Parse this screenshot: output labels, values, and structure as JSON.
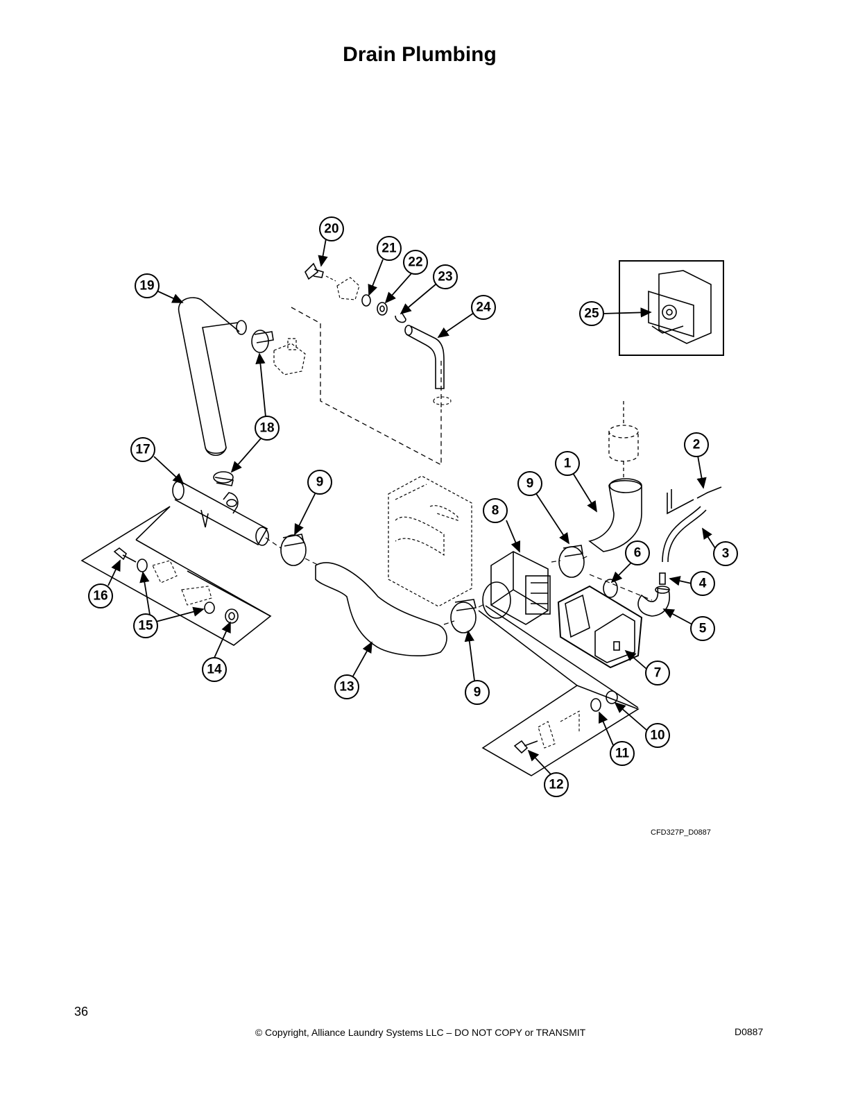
{
  "page": {
    "title": "Drain Plumbing",
    "figure_code": "CFD327P_D0887",
    "page_number": "36",
    "copyright": "© Copyright, Alliance Laundry Systems LLC – DO NOT COPY or TRANSMIT",
    "doc_code": "D0887"
  },
  "callouts": [
    "1",
    "2",
    "3",
    "4",
    "5",
    "6",
    "7",
    "8",
    "9",
    "9",
    "9",
    "10",
    "11",
    "12",
    "13",
    "14",
    "15",
    "16",
    "17",
    "18",
    "19",
    "20",
    "21",
    "22",
    "23",
    "24",
    "25"
  ]
}
